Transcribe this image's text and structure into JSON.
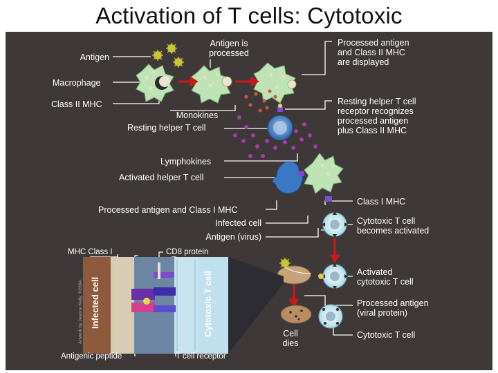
{
  "title": "Activation of T cells: Cytotoxic",
  "labels": {
    "antigen": "Antigen",
    "antigen_processed": [
      "Antigen is",
      "processed"
    ],
    "processed_displayed": [
      "Processed antigen",
      "and Class II MHC",
      "are displayed"
    ],
    "macrophage": "Macrophage",
    "class2_mhc": "Class II MHC",
    "monokines": "Monokines",
    "resting_helper": "Resting helper T cell",
    "resting_receptor": [
      "Resting helper T cell",
      "receptor recognizes",
      "processed antigen",
      "plus Class II MHC"
    ],
    "lymphokines": "Lymphokines",
    "activated_helper": "Activated helper T cell",
    "class1_mhc": "Class I MHC",
    "processed_class1": "Processed antigen and Class I MHC",
    "infected_cell": "Infected cell",
    "antigen_virus": "Antigen (virus)",
    "cytotoxic_activated": [
      "Cytotoxic T cell",
      "becomes activated"
    ],
    "mhc_class1": "MHC Class I",
    "cd8": "CD8 protein",
    "infected_cell_vertical": "Infected cell",
    "cytotoxic_vertical": "Cytotoxic T cell",
    "activated_cytotoxic": [
      "Activated",
      "cytotoxic T cell"
    ],
    "processed_viral": [
      "Processed antigen",
      "(viral protein)"
    ],
    "cell_dies": [
      "Cell",
      "dies"
    ],
    "cytotoxic_t_cell": "Cytotoxic T cell",
    "antigenic_peptide": "Antigenic peptide",
    "t_cell_receptor": "T cell receptor",
    "credit": "Artwork by Jeanne Kelly. ©2004."
  },
  "colors": {
    "background": "#3f3838",
    "macrophage": "#bfe3b7",
    "antigen": "#c9c43a",
    "helper_t": "#3a79c4",
    "cytotoxic": "#dff0f4",
    "monokine_dot": "#c55a3c",
    "lymphokine_dot": "#a63caa",
    "arrow": "#cc1a1a",
    "infected_cell": "#c8a27a"
  }
}
